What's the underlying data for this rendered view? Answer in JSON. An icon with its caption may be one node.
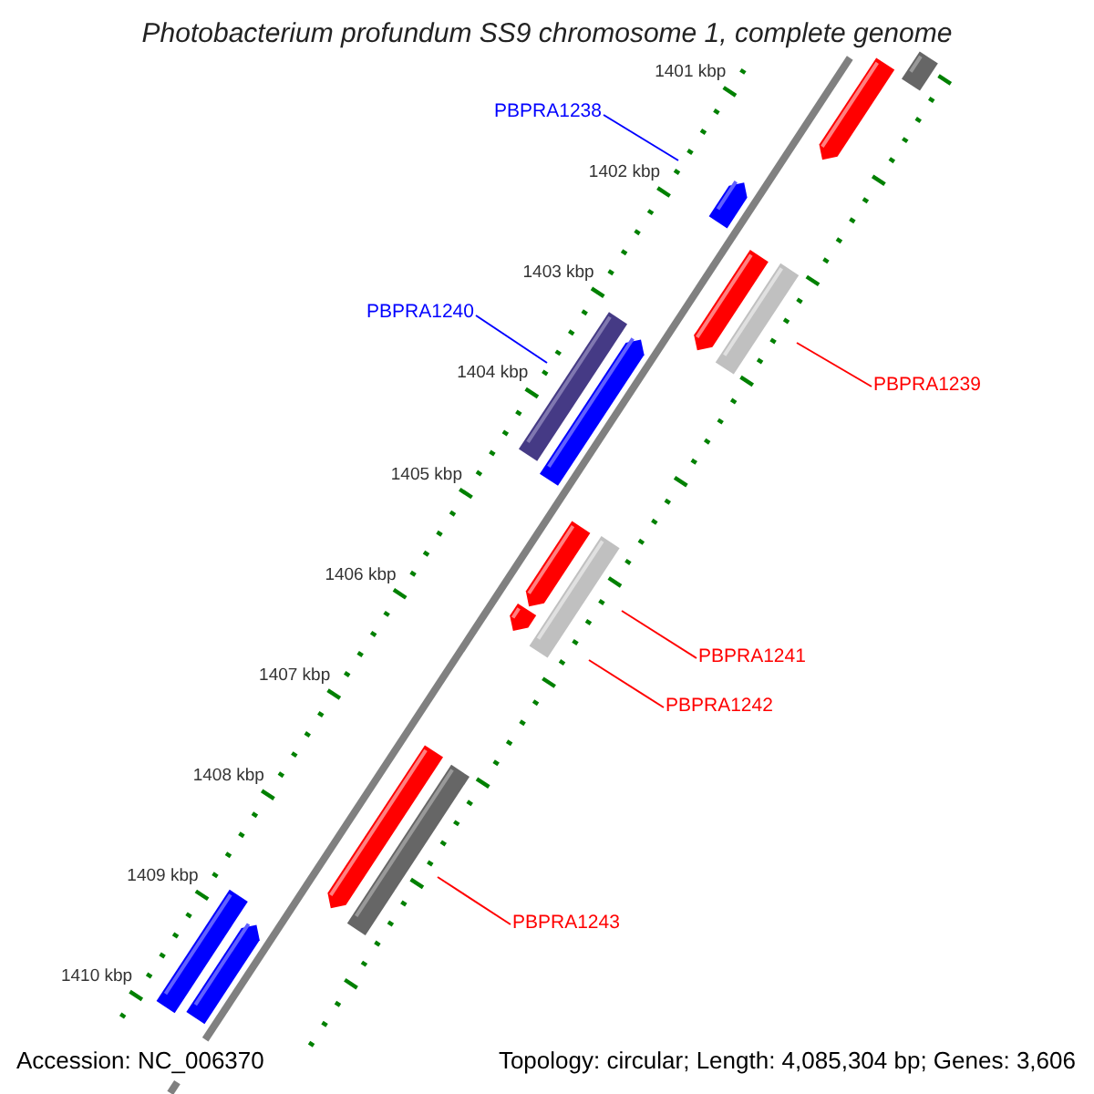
{
  "diagram": {
    "title": "Photobacterium profundum SS9 chromosome 1, complete genome",
    "nodes": [
      {
        "text": [
          "PBPRA1238"
        ]
      },
      {
        "text": [
          "PBPRA1240"
        ]
      },
      {
        "text": [
          "PBPRA1239"
        ]
      },
      {
        "text": [
          "PBPRA1241"
        ]
      },
      {
        "text": [
          "PBPRA1242"
        ]
      },
      {
        "text": [
          "PBPRA1243"
        ]
      }
    ],
    "edges": [
      {
        "from": 0,
        "to": null,
        "arrow": "none",
        "color": "#0000ff"
      },
      {
        "from": 1,
        "to": null,
        "arrow": "none",
        "color": "#0000ff"
      },
      {
        "from": 2,
        "to": null,
        "arrow": "none"
      },
      {
        "from": 3,
        "to": null,
        "arrow": "none"
      },
      {
        "from": 4,
        "to": null,
        "arrow": "none"
      },
      {
        "from": 5,
        "to": null,
        "arrow": "none"
      }
    ],
    "labels": [
      "1401 kbp",
      "1402 kbp",
      "1403 kbp",
      "1404 kbp",
      "1405 kbp",
      "1406 kbp",
      "1407 kbp",
      "1408 kbp",
      "1409 kbp",
      "1410 kbp",
      "Accession: NC_006370",
      "Topology: circular; Length: 4,085,304 bp; Genes: 3,606"
    ]
  }
}
